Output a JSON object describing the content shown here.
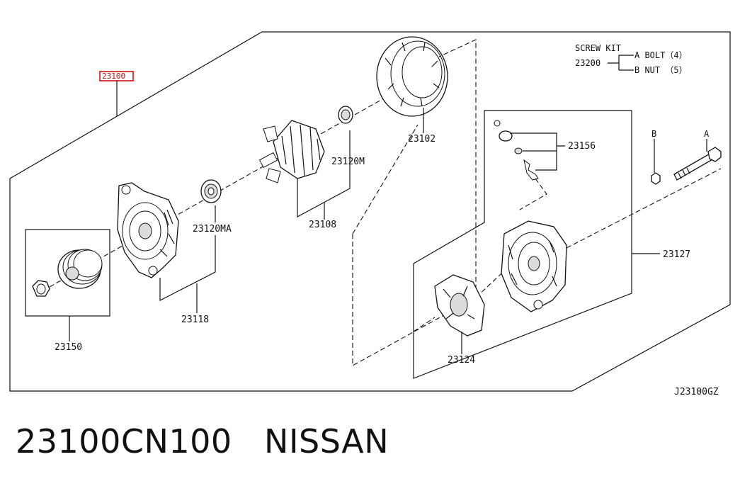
{
  "diagram": {
    "assembly_number": "23100",
    "screw_kit": {
      "title": "SCREW KIT",
      "number": "23200",
      "item_a": "A BOLT（4）",
      "item_b": "B NUT （5）",
      "marker_a": "A",
      "marker_b": "B"
    },
    "parts": {
      "p23102": "23102",
      "p23120M": "23120M",
      "p23108": "23108",
      "p23120MA": "23120MA",
      "p23118": "23118",
      "p23150": "23150",
      "p23156": "23156",
      "p23127": "23127",
      "p23124": "23124"
    },
    "drawing_code": "J23100GZ",
    "highlight_color": "#d01010"
  },
  "caption": {
    "part_number": "23100CN100",
    "brand": "NISSAN"
  }
}
